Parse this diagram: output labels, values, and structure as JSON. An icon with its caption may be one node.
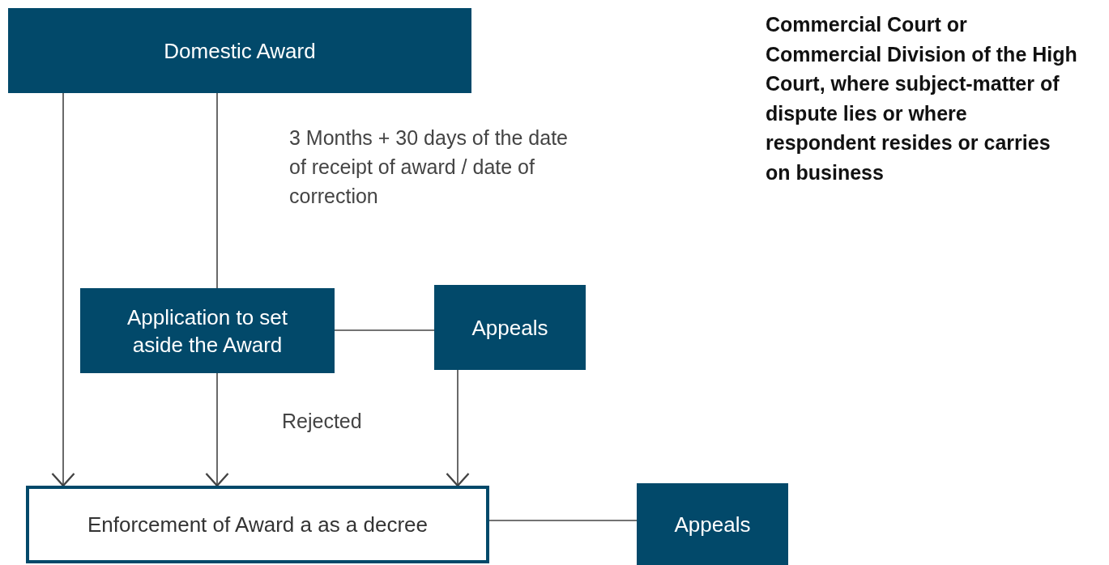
{
  "diagram": {
    "nodes": [
      {
        "text": [
          "Domestic Award"
        ]
      },
      {
        "text": [
          "Application to set aside the Award"
        ]
      },
      {
        "text": [
          "Appeals"
        ]
      },
      {
        "text": [
          "Enforcement of Award a as a decree"
        ]
      },
      {
        "text": [
          "Appeals"
        ]
      }
    ],
    "edges": [
      {
        "from": 0,
        "to": 3,
        "arrow": "to"
      },
      {
        "from": 0,
        "to": 1,
        "arrow": "none",
        "label": "3 Months + 30 days of the date of receipt of award / date of correction"
      },
      {
        "from": 1,
        "to": 2,
        "arrow": "none"
      },
      {
        "from": 1,
        "to": 3,
        "arrow": "to",
        "label": "Rejected"
      },
      {
        "from": 2,
        "to": 3,
        "arrow": "to"
      },
      {
        "from": 3,
        "to": 4,
        "arrow": "none"
      }
    ],
    "labels": [
      "Commercial Court or Commercial Division of the High Court, where subject-matter of dispute lies or where respondent resides or carries on business"
    ]
  }
}
